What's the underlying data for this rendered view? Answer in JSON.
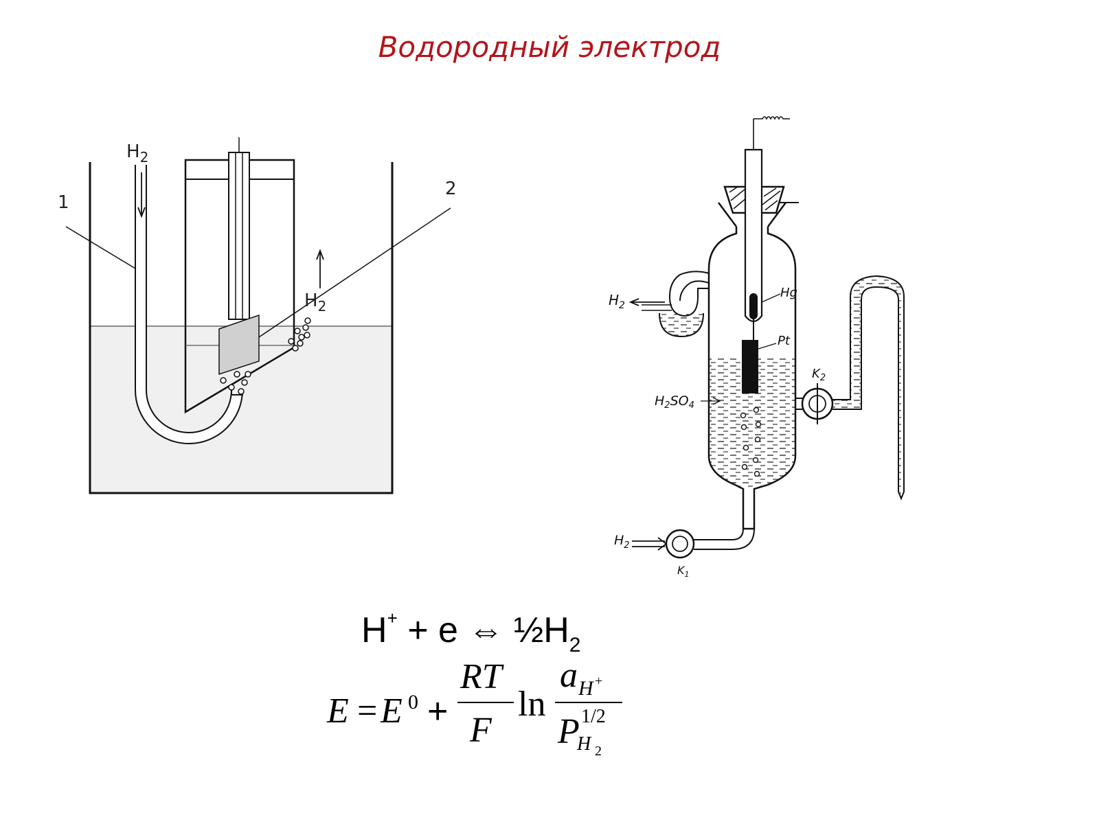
{
  "title": "Водородный электрод",
  "left_diagram": {
    "label_1": "1",
    "label_2": "2",
    "h2_in": "H",
    "h2_in_sub": "2",
    "h2_out": "H",
    "h2_out_sub": "2"
  },
  "right_diagram": {
    "h2_out": "H",
    "h2_out_sub": "2",
    "h2_in": "H",
    "h2_in_sub": "2",
    "hg": "Hg",
    "pt": "Pt",
    "h2so4": "H",
    "h2so4_sub1": "2",
    "h2so4_mid": "SO",
    "h2so4_sub2": "4",
    "k2": "K",
    "k2_sub": "2",
    "k1": "K",
    "k1_sub": "1"
  },
  "reaction": {
    "h": "H",
    "plus_sup": "+",
    "middle": " + e ⇔ ½H",
    "sub": "2"
  },
  "nernst": {
    "E": "E",
    "eq": "=",
    "E0": "E",
    "E0_sup": "0",
    "plus": "+",
    "RT": "RT",
    "F": "F",
    "ln": "ln",
    "a": "a",
    "aH": "H",
    "aH_sup": "+",
    "P": "P",
    "P_sup": "1/2",
    "PH": "H",
    "PH_sub": "2"
  }
}
